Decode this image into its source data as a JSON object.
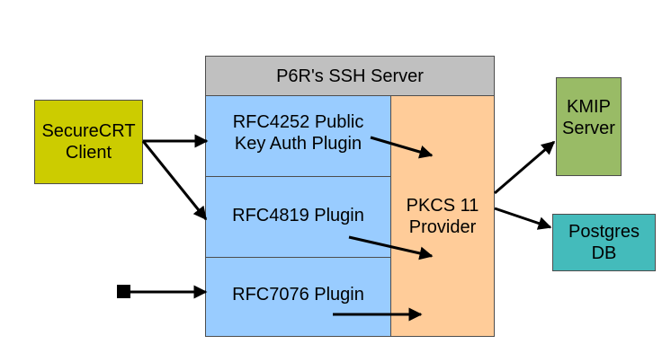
{
  "server": {
    "title": "P6R's SSH Server",
    "plugins": [
      "RFC4252 Public\nKey Auth Plugin",
      "RFC4819 Plugin",
      "RFC7076 Plugin"
    ],
    "provider": "PKCS 11\nProvider"
  },
  "client": "SecureCRT\nClient",
  "kmip": "KMIP\nServer",
  "postgres": "Postgres\nDB",
  "colors": {
    "client": "#cccc00",
    "header": "#c0c0c0",
    "plugin": "#99ccff",
    "provider": "#ffcc99",
    "kmip": "#99bb66",
    "postgres": "#44bbbb",
    "arrow": "#000000"
  }
}
